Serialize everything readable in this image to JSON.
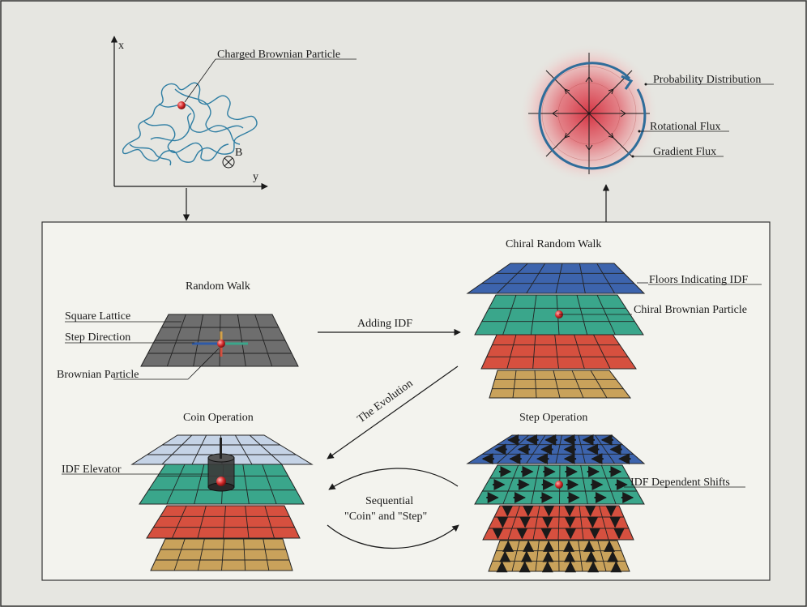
{
  "top_left": {
    "axis_x": "x",
    "axis_y": "y",
    "particle_label": "Charged Brownian Particle",
    "field_label": "B"
  },
  "top_right": {
    "probability_label": "Probability Distribution",
    "rotational_label": "Rotational Flux",
    "gradient_label": "Gradient Flux"
  },
  "random_walk": {
    "title": "Random Walk",
    "square_lattice": "Square Lattice",
    "step_direction": "Step Direction",
    "brownian_particle": "Brownian Particle"
  },
  "chiral_walk": {
    "title": "Chiral Random Walk",
    "floors_label": "Floors Indicating IDF",
    "particle_label": "Chiral Brownian Particle"
  },
  "adding_idf": "Adding IDF",
  "evolution": "The Evolution",
  "coin": {
    "title": "Coin Operation",
    "elevator": "IDF Elevator"
  },
  "step": {
    "title": "Step Operation",
    "shifts": "IDF Dependent Shifts"
  },
  "sequential": {
    "line1": "Sequential",
    "line2": "\"Coin\" and \"Step\""
  },
  "colors": {
    "background": "#e6e6e1",
    "panel": "#f3f3ee",
    "trajectory": "#2f7ea3",
    "gray_floor": "#6e6e6e",
    "blue_floor": "#3d64ad",
    "teal_floor": "#3aa68b",
    "red_floor": "#d6503f",
    "tan_floor": "#c9a25b",
    "light_floor": "#c5d3e6",
    "particle": "#d42a2a"
  }
}
